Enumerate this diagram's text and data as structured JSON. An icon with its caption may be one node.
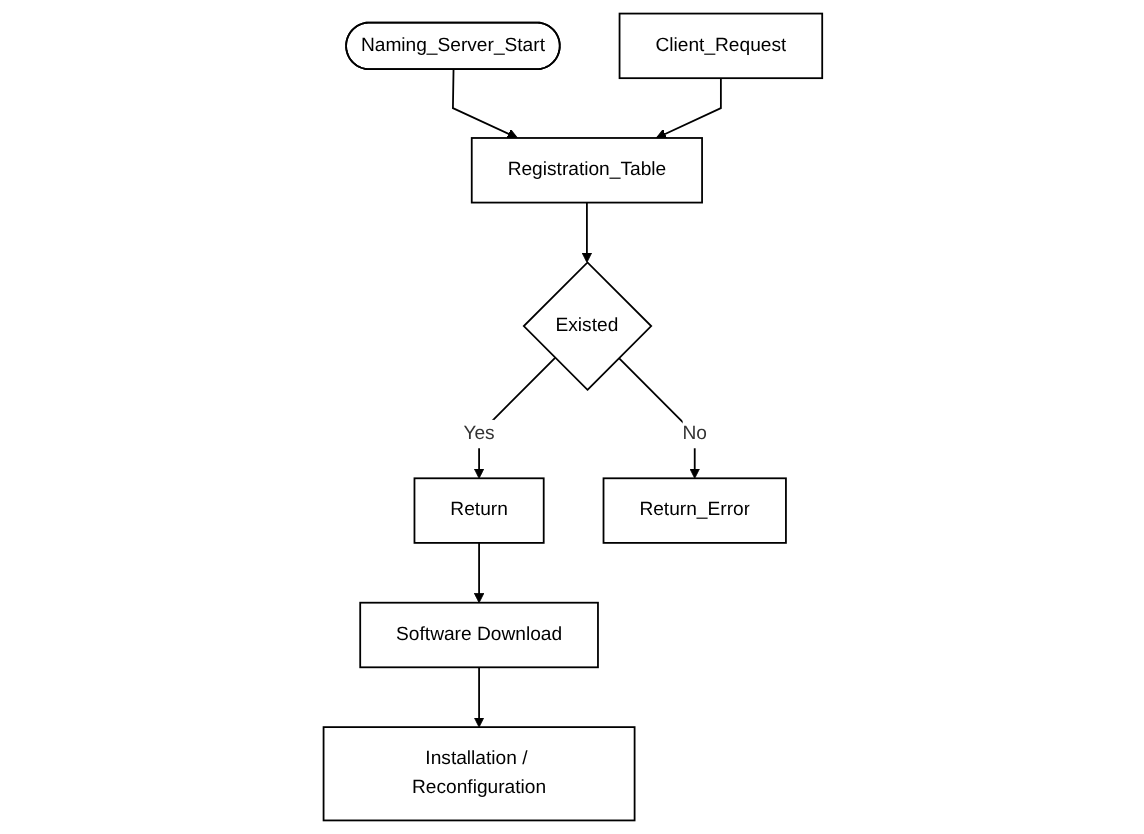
{
  "diagram": {
    "nodes": [
      {
        "text": [
          "Naming_Server_Start"
        ]
      },
      {
        "text": [
          "Client_Request"
        ]
      },
      {
        "text": [
          "Registration_Table"
        ]
      },
      {
        "text": [
          "Existed"
        ]
      },
      {
        "text": [
          "Return"
        ]
      },
      {
        "text": [
          "Return_Error"
        ]
      },
      {
        "text": [
          "Software Download"
        ]
      },
      {
        "text": [
          "Installation / Reconfiguration"
        ]
      }
    ],
    "edges": [
      {
        "from": 0,
        "to": 2,
        "arrow": "to"
      },
      {
        "from": 1,
        "to": 2,
        "arrow": "to"
      },
      {
        "from": 2,
        "to": 3,
        "arrow": "to"
      },
      {
        "from": 3,
        "to": 5,
        "label": "No",
        "arrow": "to"
      },
      {
        "from": 3,
        "to": 4,
        "label": "Yes",
        "arrow": "to"
      },
      {
        "from": 4,
        "to": 6,
        "arrow": "to"
      },
      {
        "from": 6,
        "to": 7,
        "arrow": "to"
      }
    ]
  }
}
